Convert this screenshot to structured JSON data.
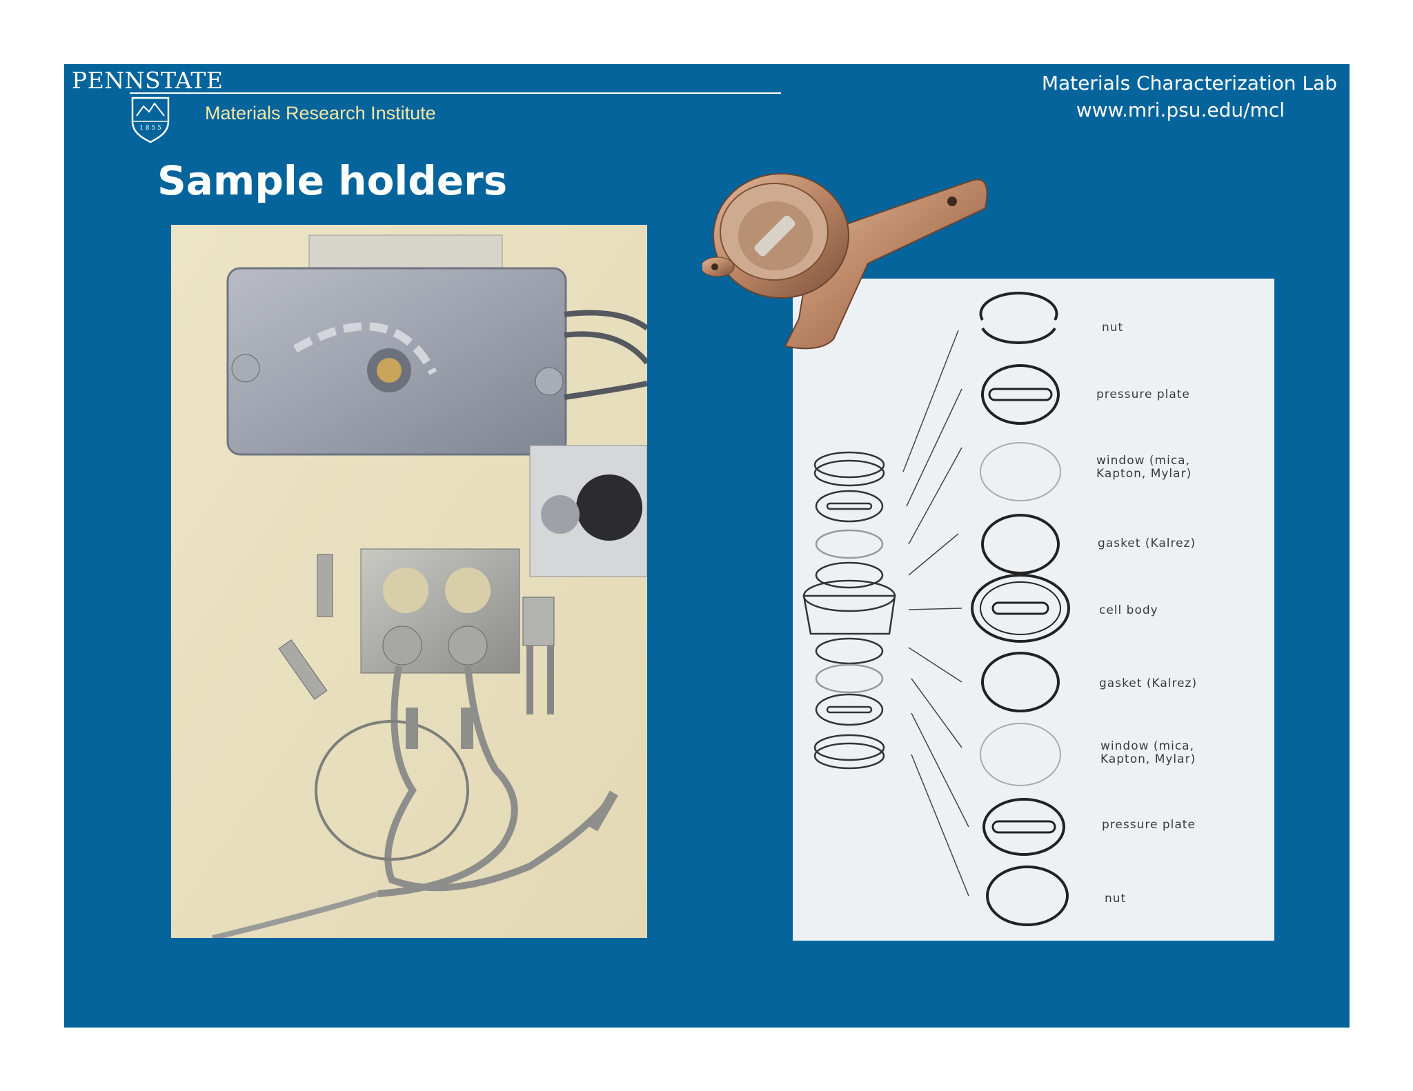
{
  "header": {
    "university": "PENNSTATE",
    "founded": "1 8 5 5",
    "institute": "Materials Research Institute",
    "lab_name": "Materials Characterization Lab",
    "lab_url": "www.mri.psu.edu/mcl"
  },
  "slide": {
    "title": "Sample holders"
  },
  "diagram": {
    "parts": [
      {
        "label": "nut"
      },
      {
        "label": "pressure plate"
      },
      {
        "label": "window (mica,\nKapton, Mylar)"
      },
      {
        "label": "gasket (Kalrez)"
      },
      {
        "label": "cell body"
      },
      {
        "label": "gasket (Kalrez)"
      },
      {
        "label": "window (mica,\nKapton, Mylar)"
      },
      {
        "label": "pressure plate"
      },
      {
        "label": "nut"
      }
    ]
  },
  "colors": {
    "slide_background": "#05649c",
    "institute_text": "#f3e7a6",
    "title_text": "#ffffff"
  }
}
